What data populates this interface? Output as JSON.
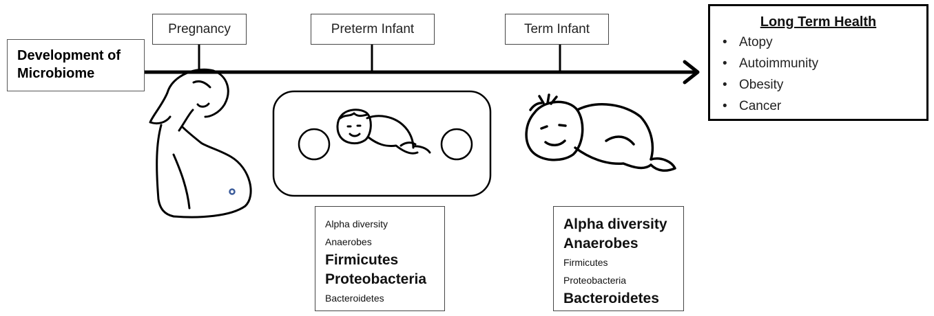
{
  "start": {
    "lines": [
      "Development of",
      "Microbiome"
    ]
  },
  "stages": [
    {
      "label": "Pregnancy"
    },
    {
      "label": "Preterm Infant"
    },
    {
      "label": "Term Infant"
    }
  ],
  "outcome": {
    "title": "Long Term Health",
    "items": [
      "Atopy",
      "Autoimmunity",
      "Obesity",
      "Cancer"
    ]
  },
  "preterm_profile": [
    {
      "text": "Alpha diversity",
      "emphasis": "small"
    },
    {
      "text": "Anaerobes",
      "emphasis": "small"
    },
    {
      "text": "Firmicutes",
      "emphasis": "big"
    },
    {
      "text": "Proteobacteria",
      "emphasis": "big"
    },
    {
      "text": "Bacteroidetes",
      "emphasis": "small"
    }
  ],
  "term_profile": [
    {
      "text": "Alpha diversity",
      "emphasis": "big"
    },
    {
      "text": "Anaerobes",
      "emphasis": "big"
    },
    {
      "text": "Firmicutes",
      "emphasis": "small"
    },
    {
      "text": "Proteobacteria",
      "emphasis": "small"
    },
    {
      "text": "Bacteroidetes",
      "emphasis": "big"
    }
  ],
  "illustrations": [
    "pregnant-woman-drawing",
    "incubator-drawing",
    "preterm-baby-drawing",
    "term-baby-drawing"
  ],
  "colors": {
    "line": "#000000",
    "box_border": "#444444",
    "accent_dot": "#3b5b9a"
  }
}
